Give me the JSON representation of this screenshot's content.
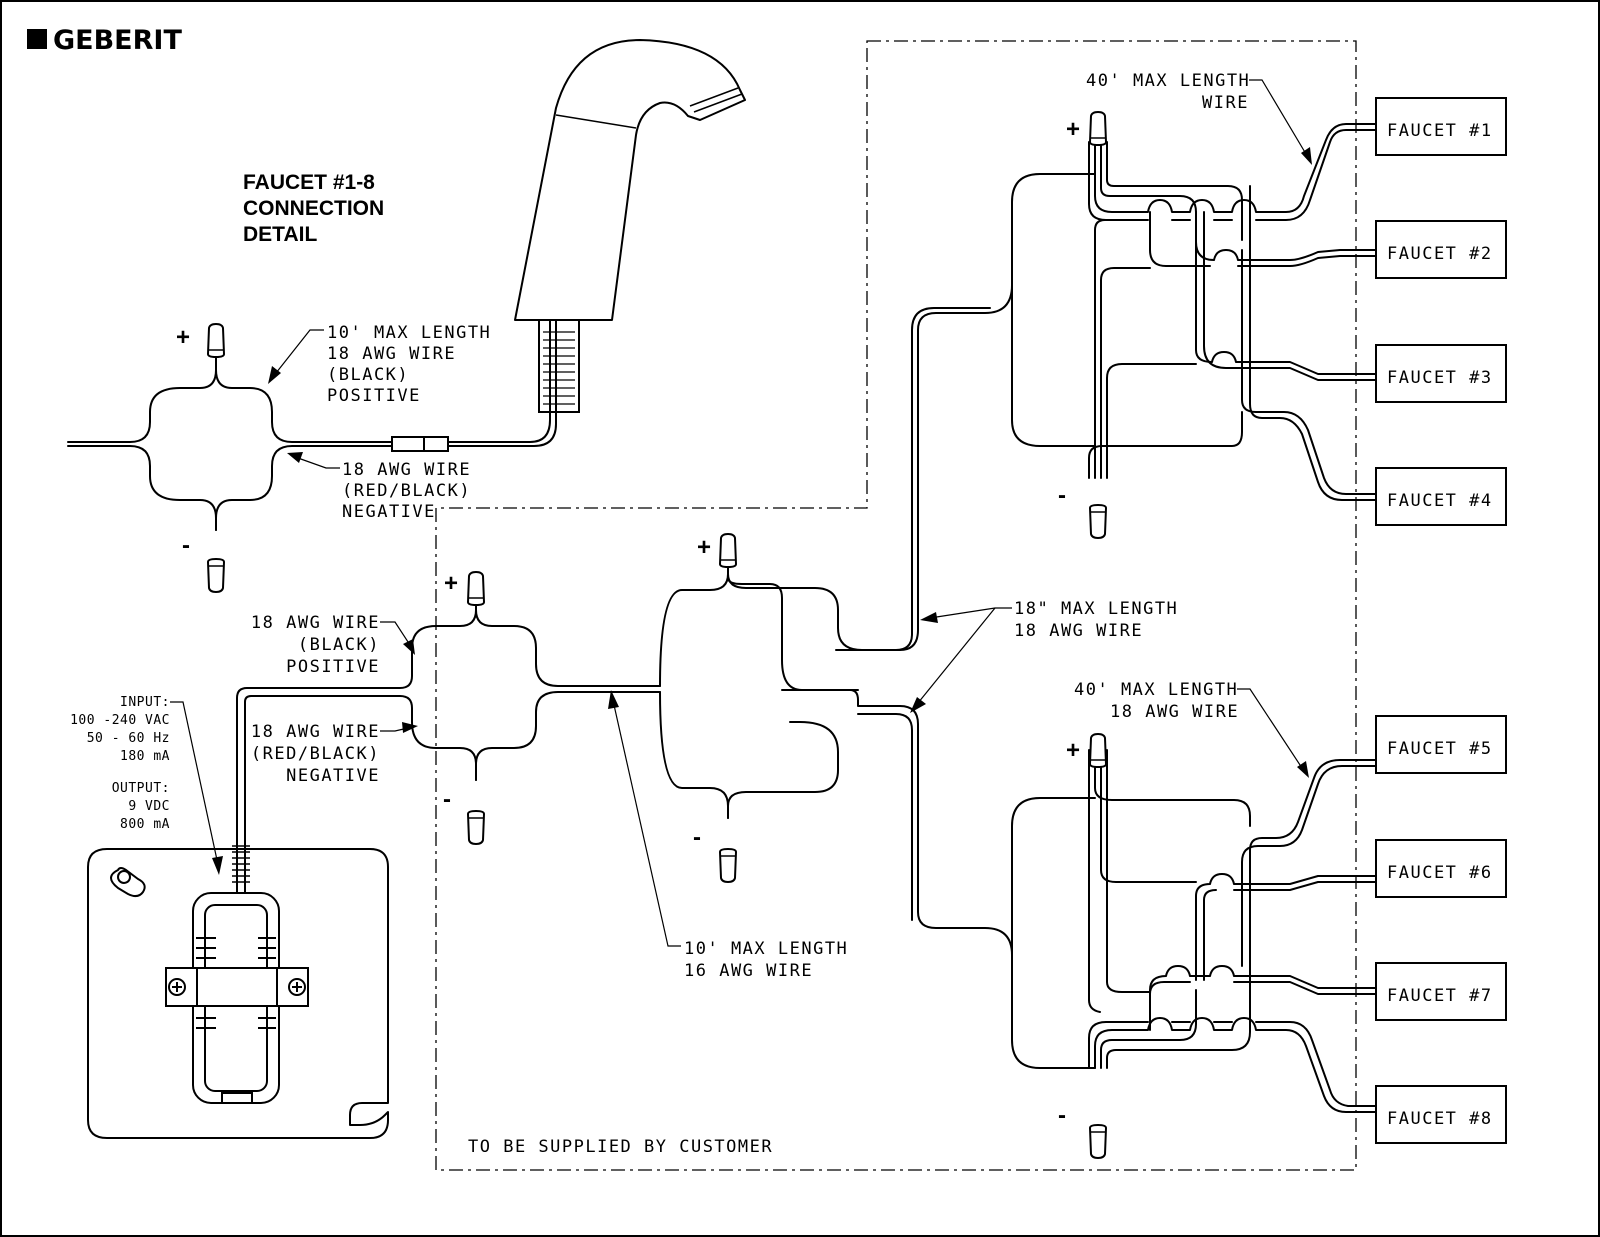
{
  "logo": {
    "text": "GEBERIT"
  },
  "detail_title": {
    "line1": "FAUCET #1-8",
    "line2": "CONNECTION",
    "line3": "DETAIL"
  },
  "detail_labels": {
    "plus": "+",
    "minus": "-",
    "pos_wire": [
      "10' MAX LENGTH",
      "18 AWG WIRE",
      "(BLACK)",
      "POSITIVE"
    ],
    "neg_wire": [
      "18 AWG WIRE",
      "(RED/BLACK)",
      "NEGATIVE"
    ]
  },
  "power": {
    "input": [
      "INPUT:",
      "100 -240 VAC",
      "50 - 60 Hz",
      "180 mA"
    ],
    "output": [
      "OUTPUT:",
      "9 VDC",
      "800 mA"
    ],
    "pos_wire": [
      "18 AWG WIRE",
      "(BLACK)",
      "POSITIVE"
    ],
    "neg_wire": [
      "18 AWG WIRE",
      "(RED/BLACK)",
      "NEGATIVE"
    ]
  },
  "mid_labels": {
    "main_wire": [
      "10' MAX LENGTH",
      "16 AWG WIRE"
    ],
    "branch_wire": [
      "18\" MAX LENGTH",
      "18 AWG WIRE"
    ],
    "customer": "TO BE SUPPLIED BY CUSTOMER"
  },
  "group_top": {
    "wire": [
      "40' MAX LENGTH",
      "WIRE"
    ]
  },
  "group_bottom": {
    "wire": [
      "40' MAX LENGTH",
      "18 AWG WIRE"
    ]
  },
  "faucets": [
    "FAUCET #1",
    "FAUCET #2",
    "FAUCET #3",
    "FAUCET #4",
    "FAUCET #5",
    "FAUCET #6",
    "FAUCET #7",
    "FAUCET #8"
  ],
  "signs": {
    "plus": "+",
    "minus": "-"
  }
}
